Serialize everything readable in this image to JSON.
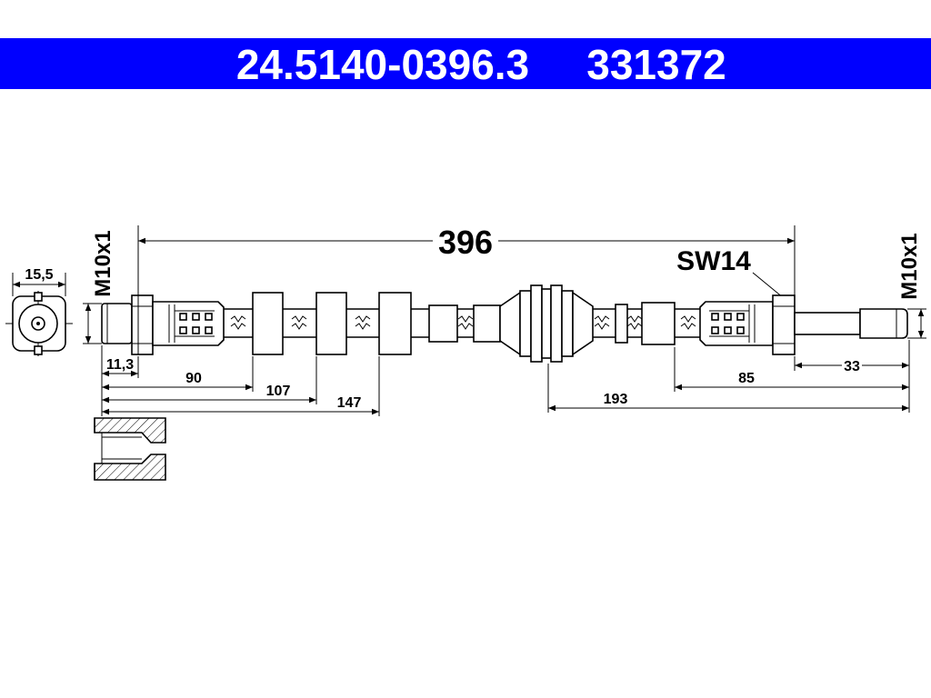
{
  "header": {
    "part_number": "24.5140-0396.3",
    "reference_number": "331372",
    "background_color": "#0000FF",
    "text_color": "#FFFFFF"
  },
  "drawing": {
    "overall_length": "396",
    "wrench_size": "SW14",
    "left_thread": "M10x1",
    "right_thread": "M10x1",
    "end_view_dimension": "15,5",
    "dimensions_left": [
      "11,3",
      "90",
      "107",
      "147"
    ],
    "dimensions_right": [
      "33",
      "85",
      "193"
    ]
  }
}
